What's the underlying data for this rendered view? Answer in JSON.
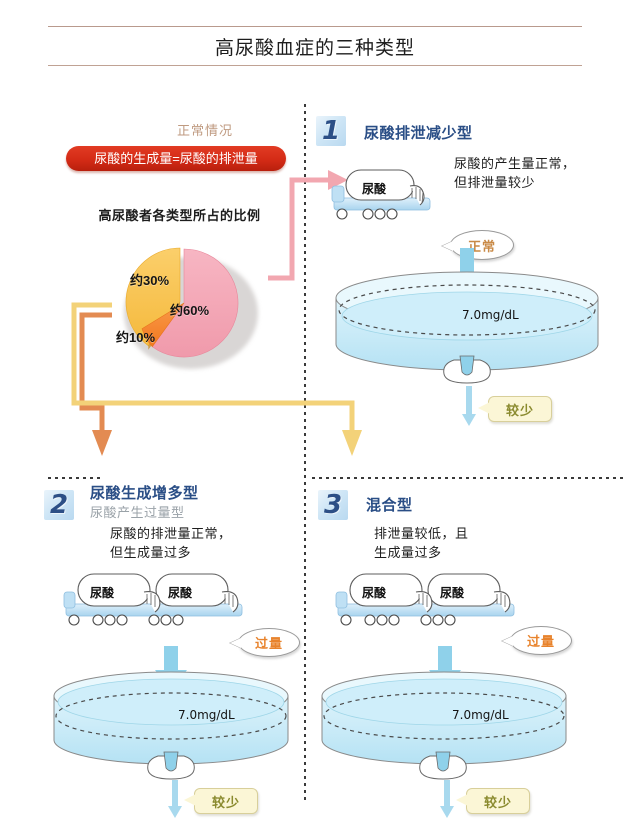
{
  "title": "高尿酸血症的三种类型",
  "normal": {
    "label": "正常情况",
    "equation": "尿酸的生成量=尿酸的排泄量",
    "pie_caption": "高尿酸者各类型所占的比例"
  },
  "chart_data": {
    "type": "pie",
    "title": "高尿酸者各类型所占的比例",
    "categories": [
      "尿酸排泄减少型",
      "尿酸生成增多型",
      "混合型"
    ],
    "values": [
      60,
      30,
      10
    ],
    "labels": [
      "约60%",
      "约30%",
      "约10%"
    ],
    "colors": [
      "#F4A8B8",
      "#F8C24F",
      "#F58A33"
    ],
    "legend": "none",
    "grid": false
  },
  "panels": [
    {
      "number": "1",
      "title": "尿酸排泄减少型",
      "subtitle": "",
      "desc_line1": "尿酸的产生量正常，",
      "desc_line2": "但排泄量较少",
      "truck_tanks": [
        "尿酸"
      ],
      "input_bubble": "正常",
      "output_bubble": "较少",
      "level_label": "7.0mg/dL"
    },
    {
      "number": "2",
      "title": "尿酸生成增多型",
      "subtitle": "尿酸产生过量型",
      "desc_line1": "尿酸的排泄量正常，",
      "desc_line2": "但生成量过多",
      "truck_tanks": [
        "尿酸",
        "尿酸"
      ],
      "input_bubble": "过量",
      "output_bubble": "较少",
      "level_label": "7.0mg/dL"
    },
    {
      "number": "3",
      "title": "混合型",
      "subtitle": "",
      "desc_line1": "排泄量较低，且",
      "desc_line2": "生成量过多",
      "truck_tanks": [
        "尿酸",
        "尿酸"
      ],
      "input_bubble": "过量",
      "output_bubble": "较少",
      "level_label": "7.0mg/dL"
    }
  ],
  "colors": {
    "rule": "#b99a8d",
    "pill_red": "#d42b16",
    "panel_title_blue": "#2a4e86",
    "arrow_pink": "#f0a4ad",
    "arrow_orange": "#e27d3e",
    "arrow_yellow": "#f2cf72",
    "liquid_blue": "#cdeaf7",
    "normal_label_tan": "#bf9a80"
  }
}
